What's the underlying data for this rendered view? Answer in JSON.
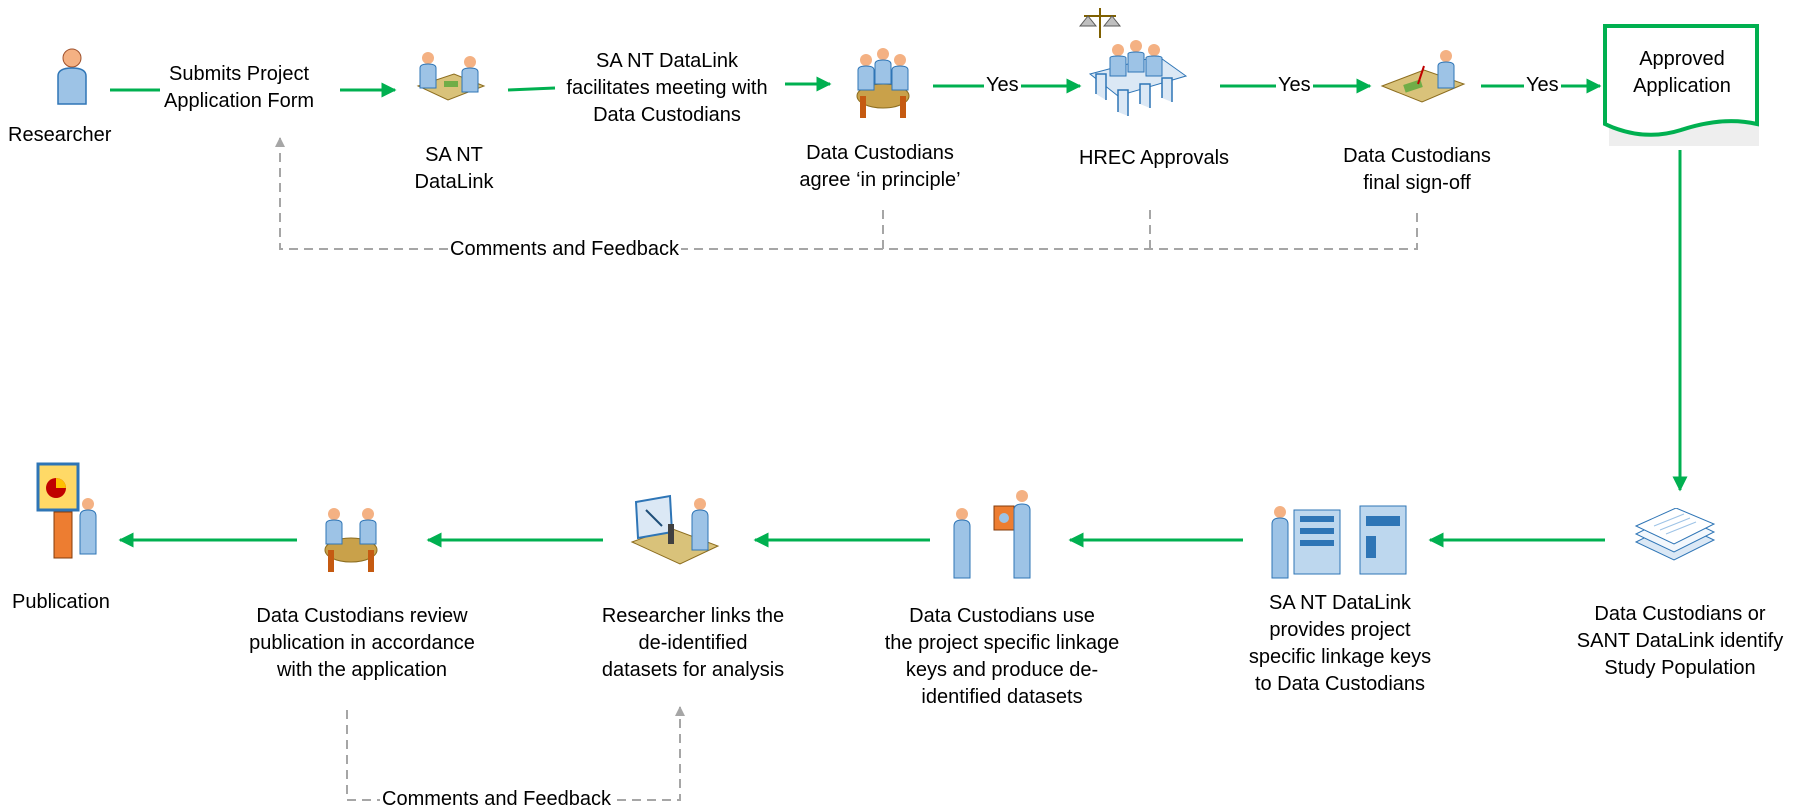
{
  "diagram": {
    "nodes": {
      "researcher": "Researcher",
      "submits": "Submits Project\nApplication Form",
      "datalink": "SA NT\nDataLink",
      "meeting": "SA NT DataLink\nfacilitates meeting with\nData Custodians",
      "agree": "Data Custodians\nagree ‘in principle’",
      "hrec": "HREC Approvals",
      "signoff": "Data Custodians\nfinal sign-off",
      "approved": "Approved\nApplication",
      "identify": "Data Custodians or\nSANT DataLink identify\nStudy Population",
      "provides": "SA NT DataLink\nprovides project\nspecific linkage keys\nto Data Custodians",
      "produce": "Data Custodians use\nthe project specific linkage\nkeys and produce de-\nidentified datasets",
      "links": "Researcher links the\nde-identified\ndatasets for analysis",
      "review": "Data Custodians review\npublication in accordance\nwith the application",
      "publication": "Publication"
    },
    "edge_labels": {
      "yes1": "Yes",
      "yes2": "Yes",
      "yes3": "Yes",
      "feedback_top": "Comments and Feedback",
      "feedback_bottom": "Comments and Feedback"
    },
    "icons": {
      "researcher": "person-icon",
      "datalink": "meeting-desk-icon",
      "agree": "round-table-icon",
      "hrec": "committee-scales-icon",
      "signoff": "signing-icon",
      "approved": "document-icon",
      "identify": "paper-stack-icon",
      "provides": "server-rack-icon",
      "produce": "package-handover-icon",
      "links": "microscope-analysis-icon",
      "review": "round-table-icon",
      "publication": "presentation-board-icon"
    },
    "colors": {
      "flow": "#00b050",
      "feedback": "#a6a6a6",
      "approved_border": "#00b050"
    }
  }
}
